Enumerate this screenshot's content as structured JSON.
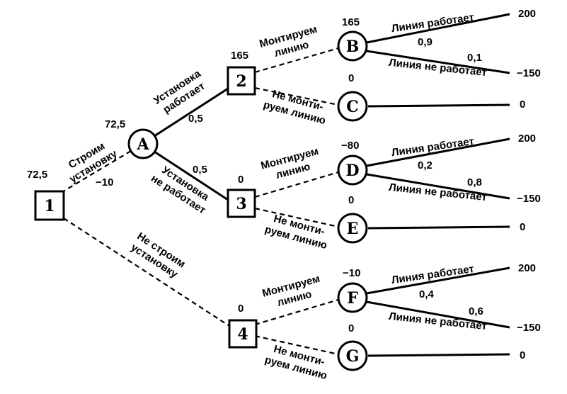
{
  "nodes": {
    "n1": {
      "label": "1",
      "value": "72,5"
    },
    "A": {
      "label": "A",
      "value": "72,5"
    },
    "n2": {
      "label": "2",
      "value": "165"
    },
    "n3": {
      "label": "3",
      "value": "0"
    },
    "n4": {
      "label": "4",
      "value": "0"
    },
    "B": {
      "label": "B",
      "value": "165"
    },
    "C": {
      "label": "C",
      "value": "0"
    },
    "D": {
      "label": "D",
      "value": "−80"
    },
    "E": {
      "label": "E",
      "value": "0"
    },
    "F": {
      "label": "F",
      "value": "−10"
    },
    "G": {
      "label": "G",
      "value": "0"
    }
  },
  "edges": {
    "build": {
      "line1": "Строим",
      "line2": "установку",
      "cost": "−10"
    },
    "not_build": {
      "line1": "Не строим",
      "line2": "установку"
    },
    "works": {
      "line1": "Установка",
      "line2": "работает",
      "prob": "0,5"
    },
    "not_works": {
      "line1": "Установка",
      "line2": "не работает",
      "prob": "0,5"
    },
    "mount": {
      "line1": "Монтируем",
      "line2": "линию"
    },
    "not_mount": {
      "line1": "Не монти-",
      "line2": "руем линию"
    },
    "line_works": "Линия работает",
    "line_not_works": "Линия не работает"
  },
  "probs": {
    "B_up": "0,9",
    "B_down": "0,1",
    "D_up": "0,2",
    "D_down": "0,8",
    "F_up": "0,4",
    "F_down": "0,6"
  },
  "outcomes": {
    "B_up": "200",
    "B_down": "−150",
    "C": "0",
    "D_up": "200",
    "D_down": "−150",
    "E": "0",
    "F_up": "200",
    "F_down": "−150",
    "G": "0"
  }
}
